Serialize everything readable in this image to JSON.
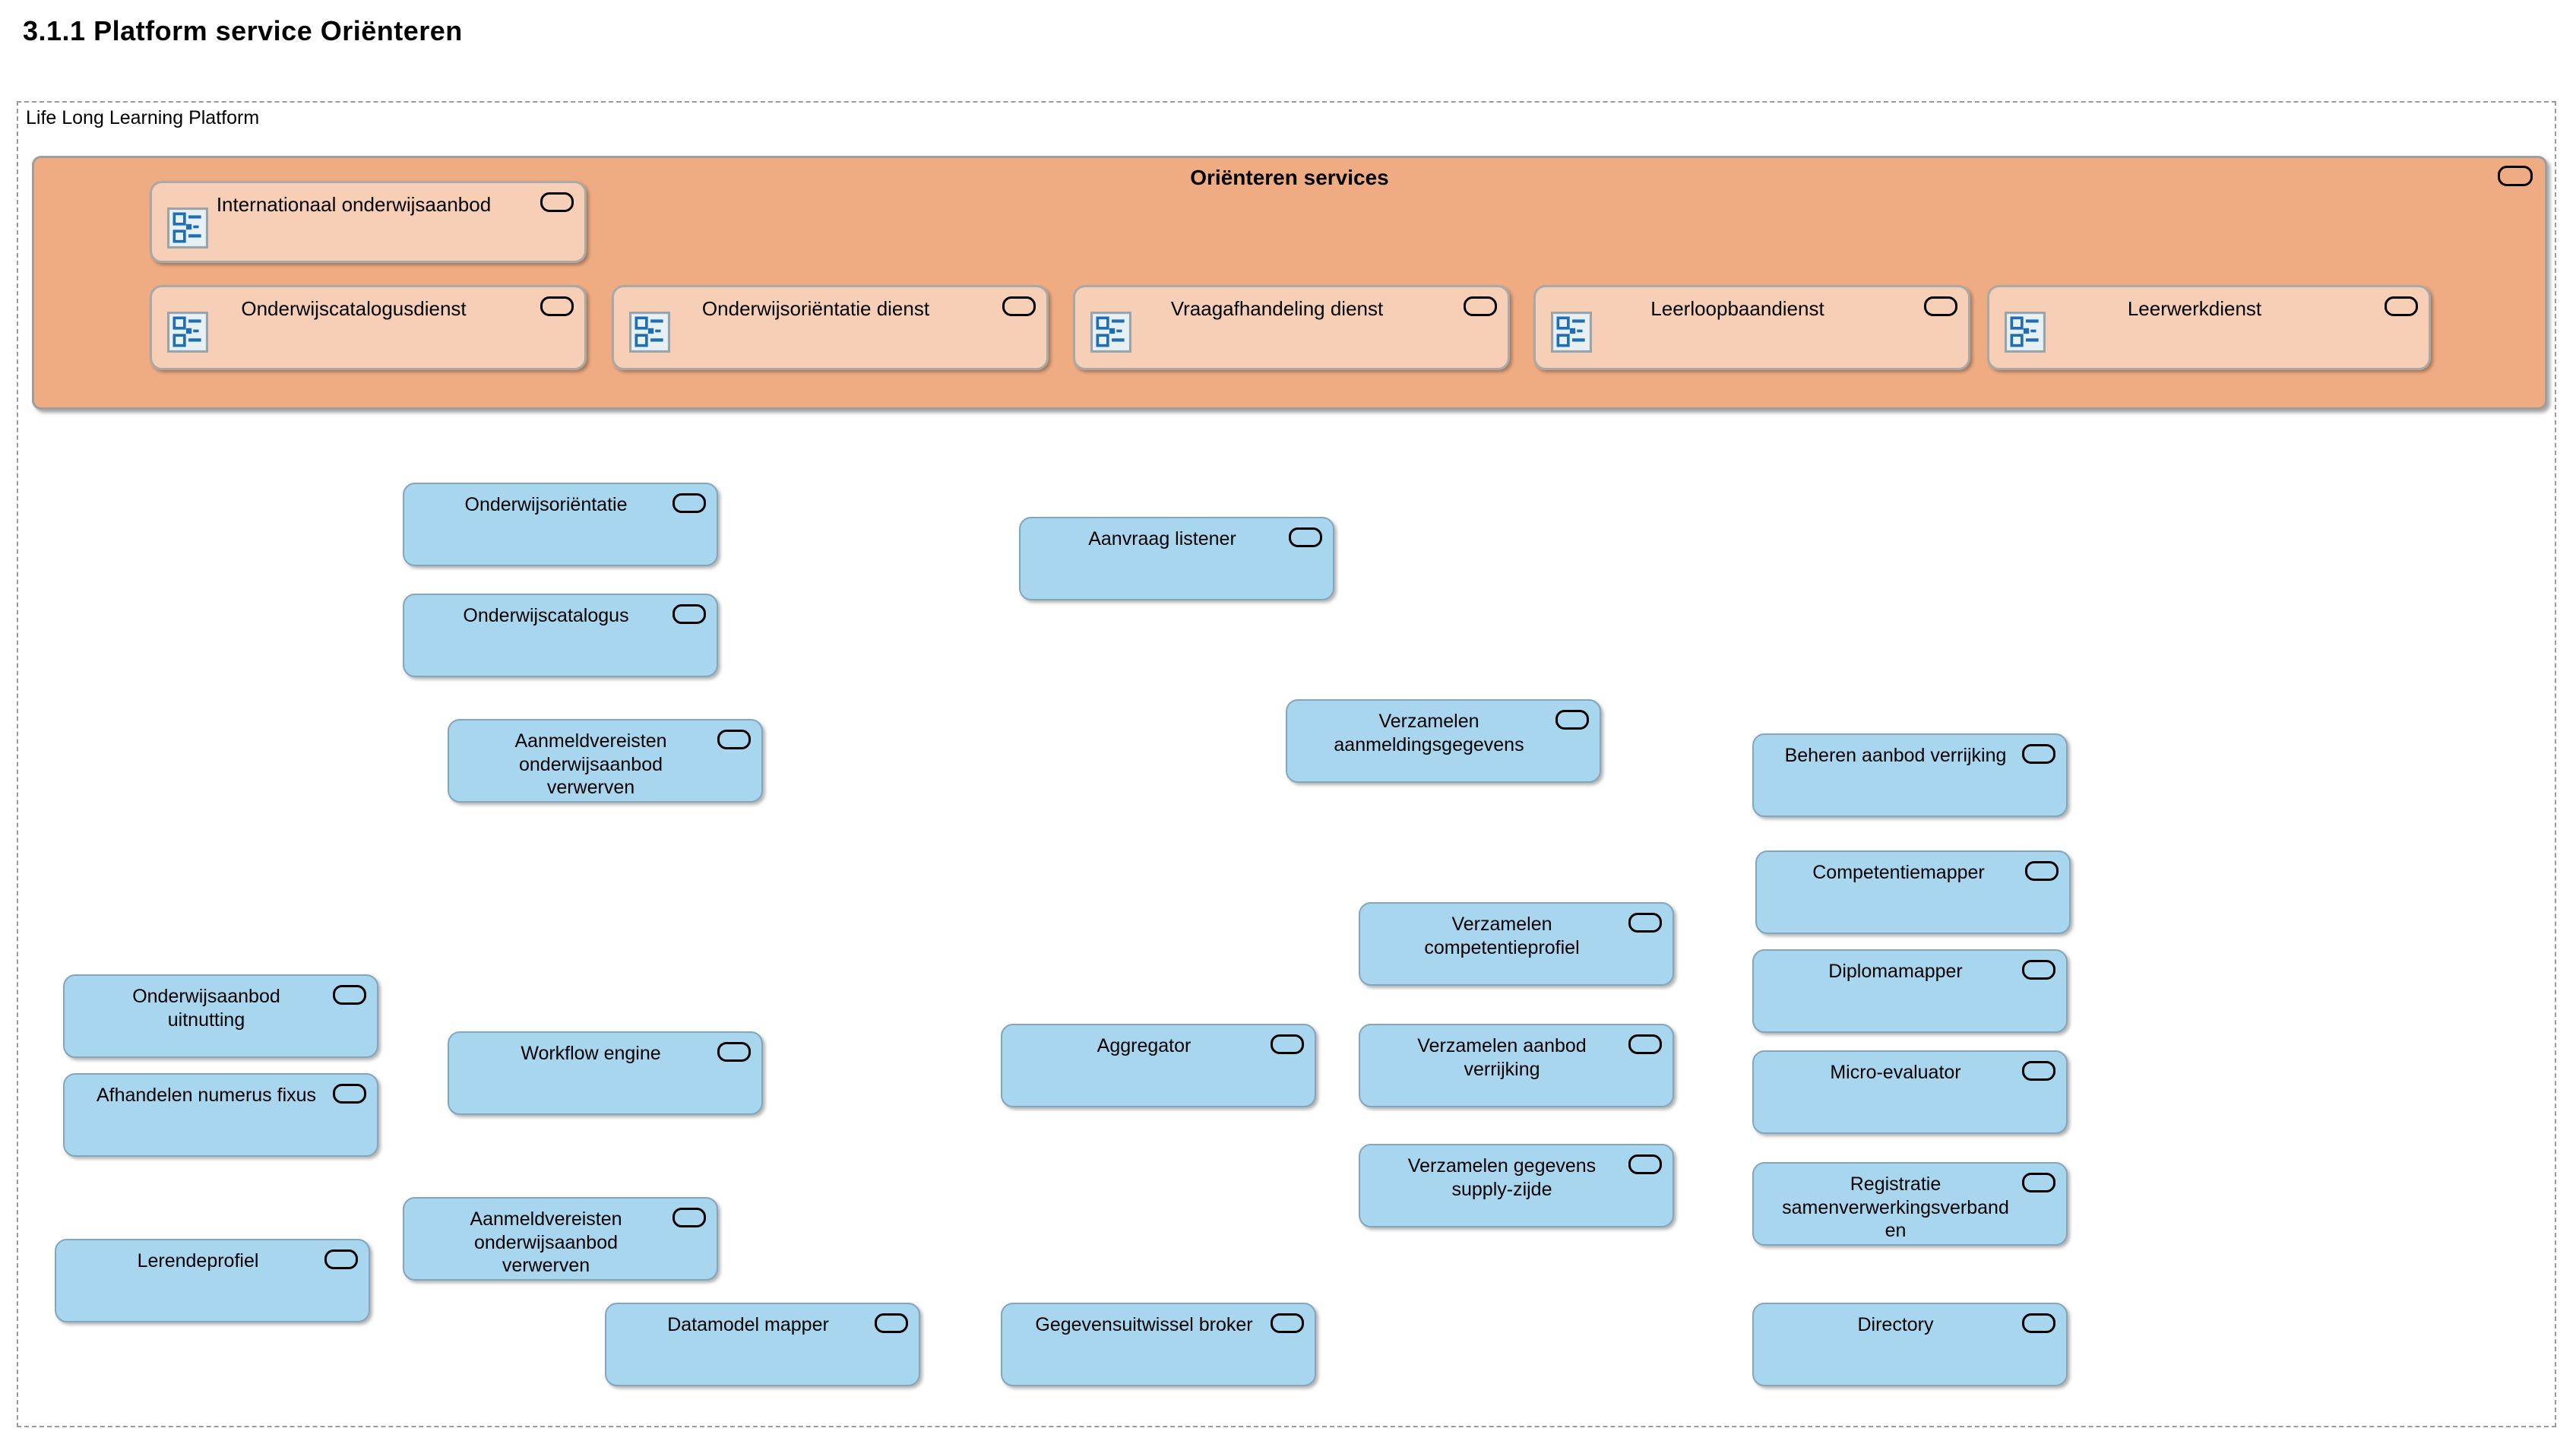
{
  "page": {
    "title": "3.1.1 Platform service Oriënteren"
  },
  "platform": {
    "label": "Life Long Learning Platform"
  },
  "orient_group": {
    "title": "Oriënteren services",
    "badge_icon": "service-oval-icon",
    "services": [
      {
        "id": "internationaal-onderwijsaanbod",
        "label": "Internationaal onderwijsaanbod",
        "icon": "application-component-icon"
      },
      {
        "id": "onderwijscatalogusdienst",
        "label": "Onderwijscatalogusdienst",
        "icon": "application-component-icon"
      },
      {
        "id": "onderwijsorientatie-dienst",
        "label": "Onderwijsoriëntatie dienst",
        "icon": "application-component-icon"
      },
      {
        "id": "vraagafhandeling-dienst",
        "label": "Vraagafhandeling dienst",
        "icon": "application-component-icon"
      },
      {
        "id": "leerloopbaandienst",
        "label": "Leerloopbaandienst",
        "icon": "application-component-icon"
      },
      {
        "id": "leerwerkdienst",
        "label": "Leerwerkdienst",
        "icon": "application-component-icon"
      }
    ]
  },
  "application_services": [
    {
      "id": "onderwijsorientatie",
      "label": "Onderwijsoriëntatie"
    },
    {
      "id": "onderwijscatalogus",
      "label": "Onderwijscatalogus"
    },
    {
      "id": "aanmeldvereisten-onderwijsaanbod-verwerven-1",
      "label": "Aanmeldvereisten\nonderwijsaanbod\nverwerven"
    },
    {
      "id": "aanvraag-listener",
      "label": "Aanvraag listener"
    },
    {
      "id": "verzamelen-aanmeldingsgegevens",
      "label": "Verzamelen\naanmeldingsgegevens"
    },
    {
      "id": "beheren-aanbod-verrijking",
      "label": "Beheren aanbod verrijking"
    },
    {
      "id": "competentiemapper",
      "label": "Competentiemapper"
    },
    {
      "id": "diplomamapper",
      "label": "Diplomamapper"
    },
    {
      "id": "micro-evaluator",
      "label": "Micro-evaluator"
    },
    {
      "id": "registratie-samenverwerkingsverbanden",
      "label": "Registratie\nsamenverwerkingsverband\nen"
    },
    {
      "id": "directory",
      "label": "Directory"
    },
    {
      "id": "verzamelen-competentieprofiel",
      "label": "Verzamelen\ncompetentieprofiel"
    },
    {
      "id": "verzamelen-aanbod-verrijking",
      "label": "Verzamelen aanbod\nverrijking"
    },
    {
      "id": "verzamelen-gegevens-supply-zijde",
      "label": "Verzamelen gegevens\nsupply-zijde"
    },
    {
      "id": "aggregator",
      "label": "Aggregator"
    },
    {
      "id": "workflow-engine",
      "label": "Workflow engine"
    },
    {
      "id": "onderwijsaanbod-uitnutting",
      "label": "Onderwijsaanbod\nuitnutting"
    },
    {
      "id": "afhandelen-numerus-fixus",
      "label": "Afhandelen numerus fixus"
    },
    {
      "id": "lerendeprofiel",
      "label": "Lerendeprofiel"
    },
    {
      "id": "aanmeldvereisten-onderwijsaanbod-verwerven-2",
      "label": "Aanmeldvereisten\nonderwijsaanbod\nverwerven"
    },
    {
      "id": "datamodel-mapper",
      "label": "Datamodel mapper"
    },
    {
      "id": "gegevensuitwissel-broker",
      "label": "Gegevensuitwissel broker"
    }
  ],
  "colors": {
    "group_fill": "#efac83",
    "group_service_fill": "#f6cfb6",
    "app_service_fill": "#a9d6ef",
    "border_gray": "#9e9e9e",
    "icon_blue": "#1f6eb4"
  }
}
